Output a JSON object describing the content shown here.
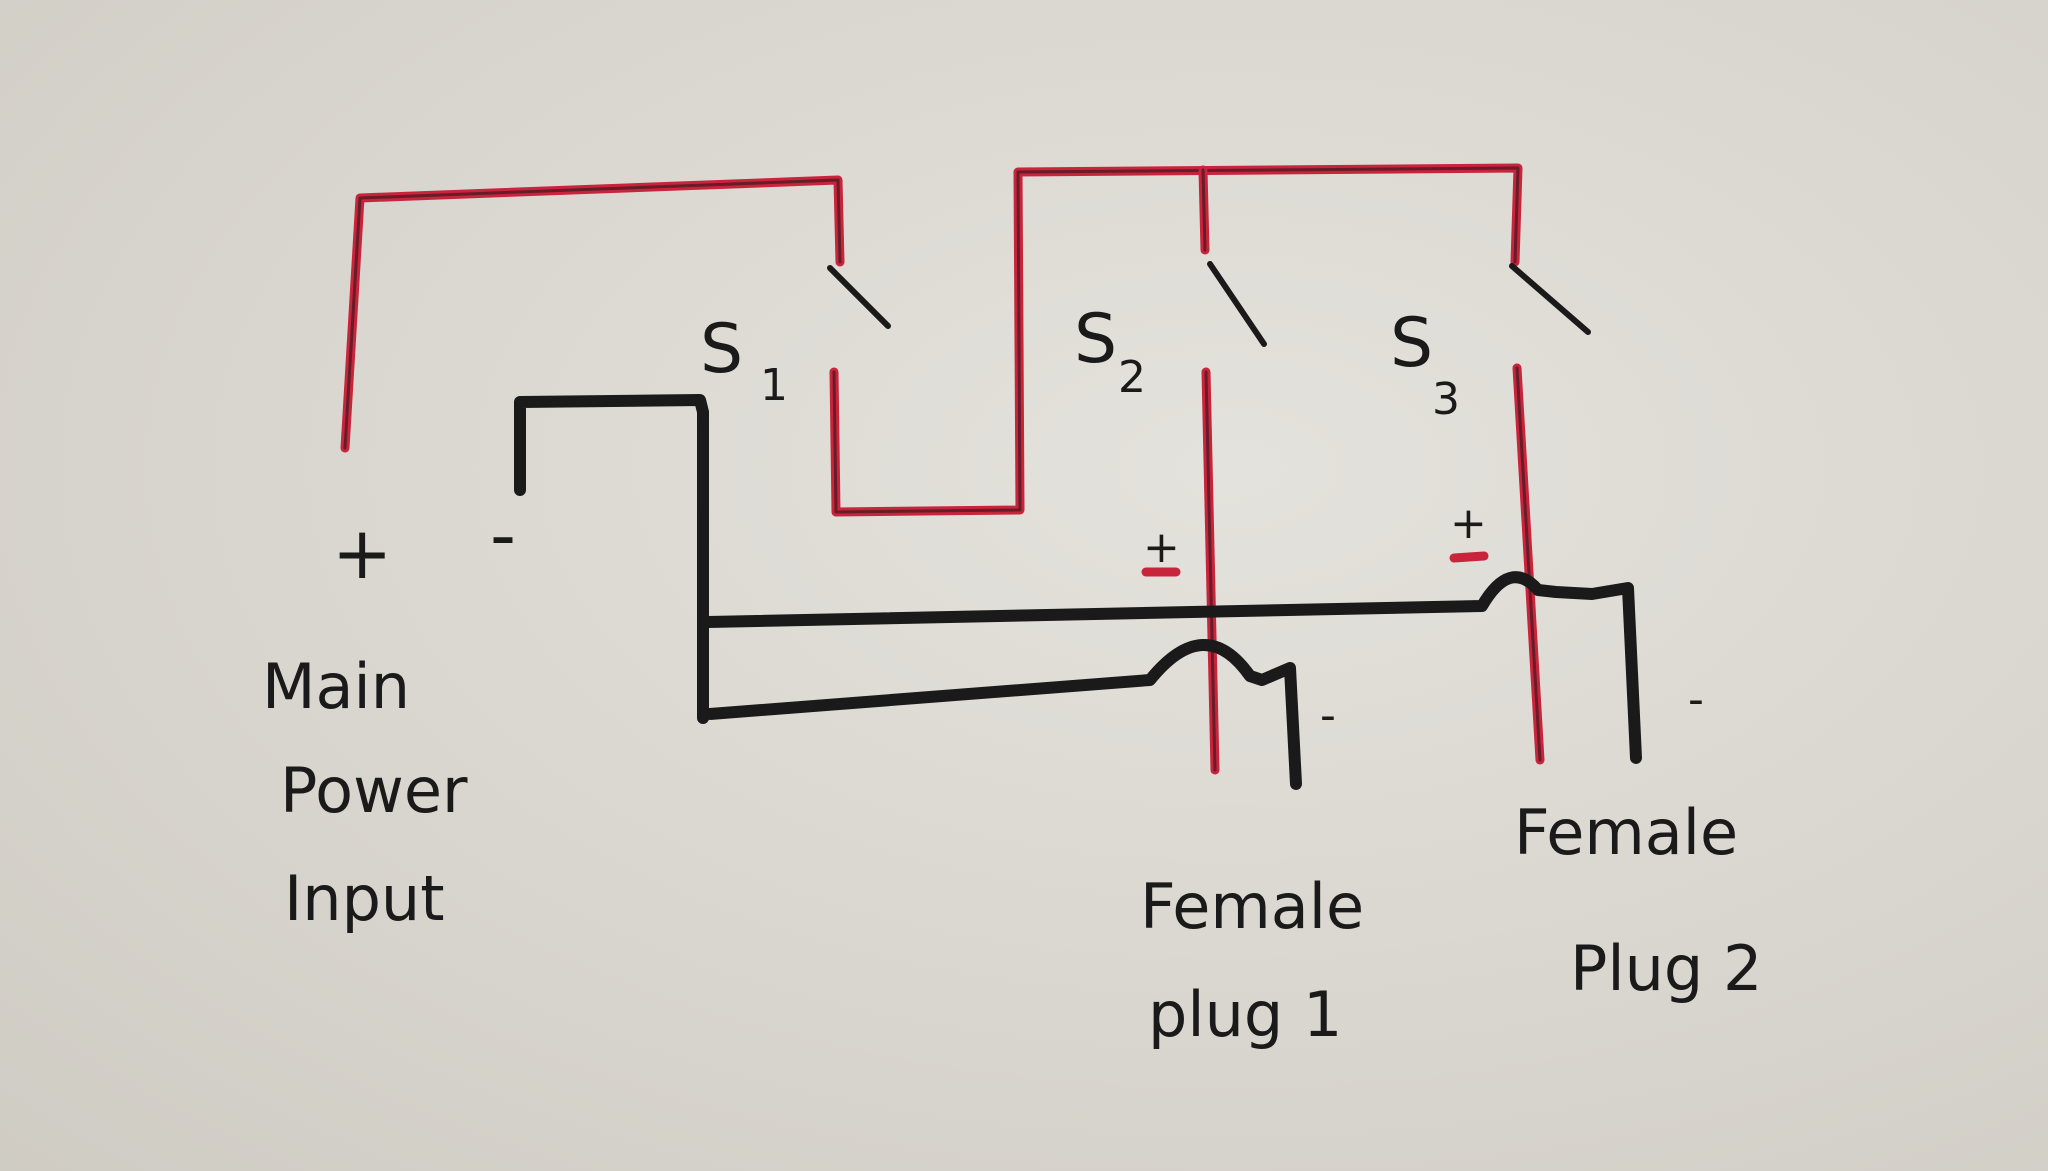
{
  "diagram": {
    "source": {
      "label_lines": [
        "Main",
        "Power",
        "Input"
      ],
      "plus": "+",
      "minus": "-"
    },
    "switches": [
      {
        "letter": "S",
        "sub": "1"
      },
      {
        "letter": "S",
        "sub": "2"
      },
      {
        "letter": "S",
        "sub": "3"
      }
    ],
    "plugs": [
      {
        "label_lines": [
          "Female",
          "plug 1"
        ],
        "plus": "+",
        "minus": "-"
      },
      {
        "label_lines": [
          "Female",
          "Plug 2"
        ],
        "plus": "+",
        "minus": "-"
      }
    ],
    "colors": {
      "positive_wire": "#c8243c",
      "negative_wire": "#1a1a1a",
      "paper": "#dcd9d2"
    }
  }
}
